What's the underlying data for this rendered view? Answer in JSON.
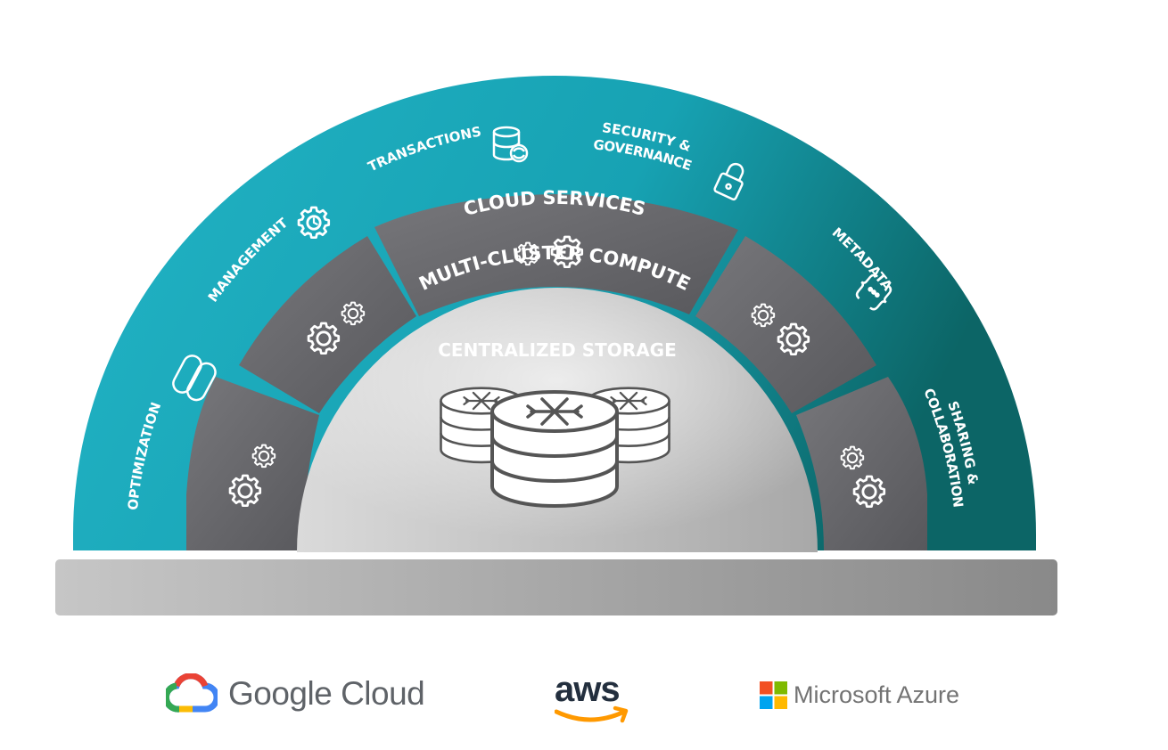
{
  "outer_ring": {
    "title": "CLOUD SERVICES",
    "services": [
      {
        "label": "OPTIMIZATION",
        "icon": "pill-toggle-icon"
      },
      {
        "label": "MANAGEMENT",
        "icon": "gear-clock-icon"
      },
      {
        "label": "TRANSACTIONS",
        "icon": "database-sync-icon"
      },
      {
        "label": "SECURITY &",
        "label2": "GOVERNANCE",
        "icon": "padlock-icon"
      },
      {
        "label": "METADATA",
        "icon": "curly-braces-icon"
      },
      {
        "label": "SHARING &",
        "label2": "COLLABORATION"
      }
    ],
    "color_left": "#1fb2c4",
    "color_right": "#0e6a6c"
  },
  "middle_ring": {
    "title": "MULTI-CLUSTER COMPUTE",
    "segments": 5,
    "icon": "gears-icon",
    "color": "#6a6a6e"
  },
  "core": {
    "title": "CENTRALIZED STORAGE",
    "icon": "snowflake-database-icon"
  },
  "providers": [
    {
      "name": "Google Cloud",
      "icon": "google-cloud-logo"
    },
    {
      "name": "aws",
      "icon": "aws-logo"
    },
    {
      "name": "Microsoft Azure",
      "icon": "microsoft-logo"
    }
  ]
}
